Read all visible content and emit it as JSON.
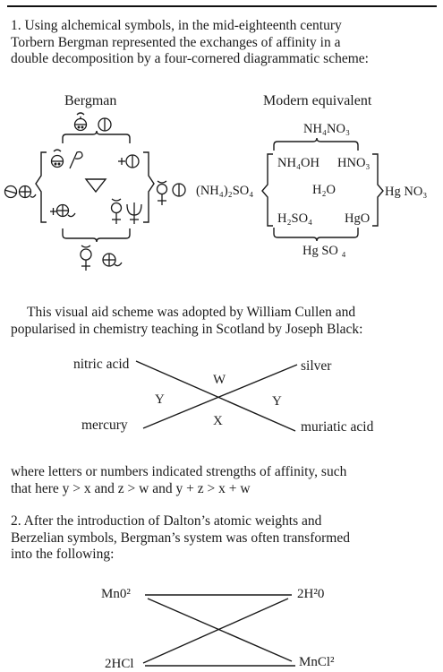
{
  "section1": {
    "lines": [
      "1.  Using alchemical symbols, in the mid-eighteenth century",
      "Torbern Bergman represented the exchanges of affinity in a",
      "double decomposition by a four-cornered diagrammatic scheme:"
    ],
    "bergman_heading": "Bergman",
    "modern_heading": "Modern equivalent",
    "modern": {
      "top": "NH₄NO₃",
      "tl": "NH₄OH",
      "tr": "HNO₃",
      "center": "H₂O",
      "bl": "H₂SO₄",
      "br": "HgO",
      "bottom": "Hg SO ₄",
      "left": "(NH₄)₂SO₄",
      "right": "Hg NO₃"
    }
  },
  "section_mid": {
    "lines": [
      "This visual aid scheme was adopted by William Cullen and",
      "popularised in chemistry teaching in Scotland by Joseph Black:"
    ],
    "nitric_acid": "nitric acid",
    "silver": "silver",
    "mercury": "mercury",
    "muriatic_acid": "muriatic acid",
    "w": "W",
    "x": "X",
    "y_left": "Y",
    "y_right": "Y"
  },
  "where": {
    "lines": [
      "where letters or numbers indicated strengths of affinity, such",
      "that here y > x and z > w and y + z > x + w"
    ]
  },
  "section2": {
    "lines": [
      "2.  After the introduction of Dalton’s atomic weights and",
      "Berzelian symbols, Bergman’s system was often transformed",
      "into the following:"
    ],
    "mno2": "Mn0²",
    "h2o": "2H²0",
    "hcl": "2HCl",
    "mncl2": "MnCl²"
  }
}
